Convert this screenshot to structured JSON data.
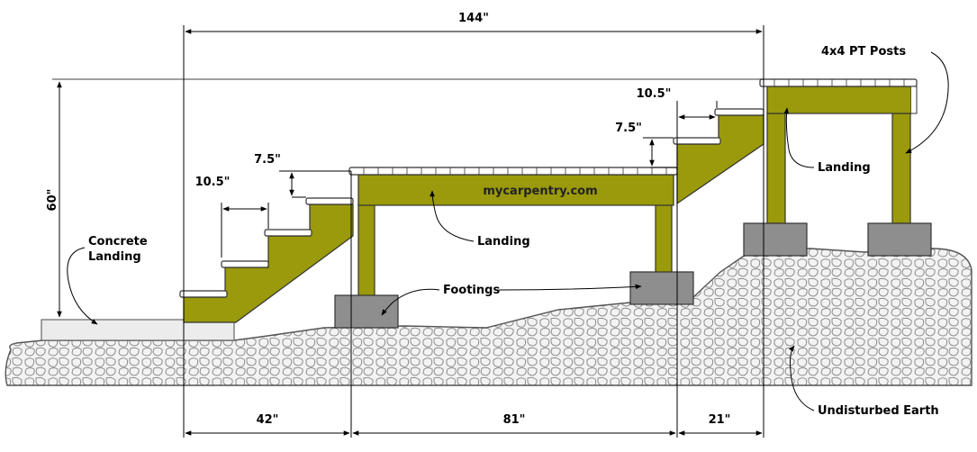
{
  "colors": {
    "lumber": "#9a9a0c",
    "footing": "#8e8e8e",
    "earth_fill": "#f1f1f1",
    "earth_line": "#8a8a8a",
    "concrete": "#ececec"
  },
  "dimensions": {
    "overall_width": "144\"",
    "height": "60\"",
    "lower_run": "42\"",
    "middle_run": "81\"",
    "upper_run": "21\"",
    "lower_riser": "7.5\"",
    "lower_tread": "10.5\"",
    "upper_riser": "7.5\"",
    "upper_tread": "10.5\""
  },
  "labels": {
    "concrete_landing_line1": "Concrete",
    "concrete_landing_line2": "Landing",
    "footings": "Footings",
    "middle_landing": "Landing",
    "upper_landing": "Landing",
    "posts": "4x4 PT Posts",
    "earth": "Undisturbed Earth",
    "watermark": "mycarpentry.com"
  }
}
